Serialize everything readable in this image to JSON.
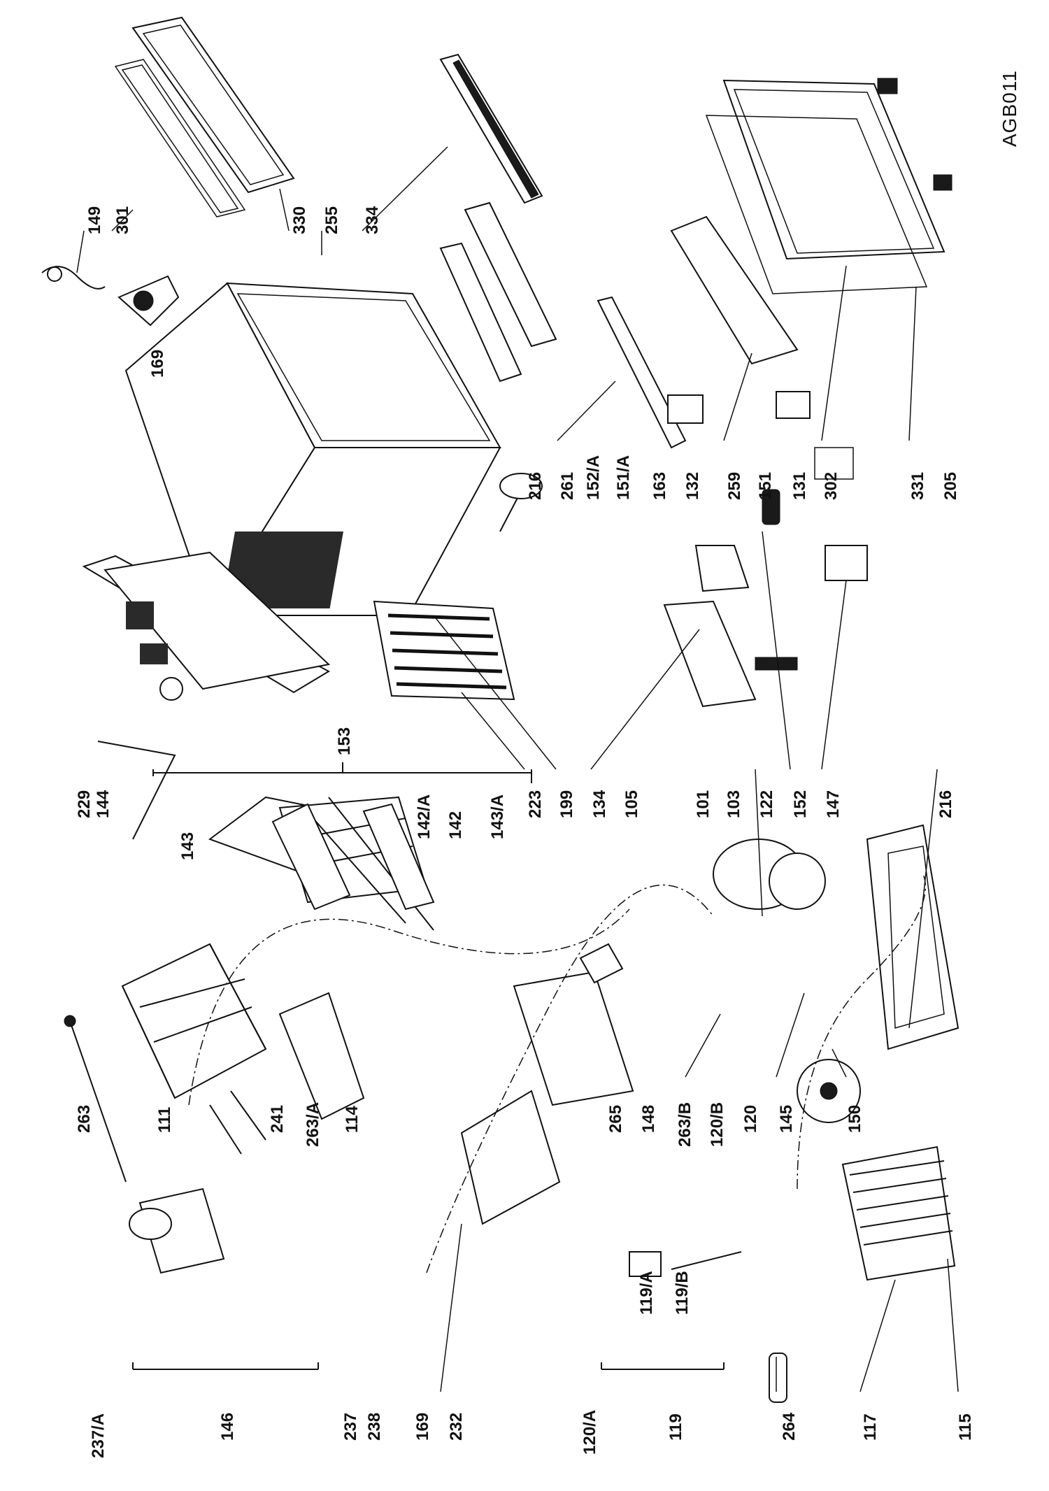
{
  "drawing_code": "AGB011",
  "group_labels": {
    "g153": "153",
    "g146": "146",
    "g119": "119"
  },
  "callouts": {
    "c229": "229",
    "c144": "144",
    "c143": "143",
    "c142a": "142/A",
    "c142": "142",
    "c143a": "143/A",
    "c223": "223",
    "c199": "199",
    "c134": "134",
    "c105": "105",
    "c101": "101",
    "c103": "103",
    "c122": "122",
    "c152": "152",
    "c147": "147",
    "c216b": "216",
    "c149": "149",
    "c169a": "169",
    "c301": "301",
    "c330": "330",
    "c255": "255",
    "c334": "334",
    "c216a": "216",
    "c261": "261",
    "c152a": "152/A",
    "c151a": "151/A",
    "c163": "163",
    "c132": "132",
    "c259": "259",
    "c151": "151",
    "c131": "131",
    "c302": "302",
    "c331": "331",
    "c205": "205",
    "c263": "263",
    "c111": "111",
    "c241": "241",
    "c263a": "263/A",
    "c114": "114",
    "c265": "265",
    "c148": "148",
    "c263b": "263/B",
    "c120b": "120/B",
    "c120": "120",
    "c145": "145",
    "c150": "150",
    "c237a": "237/A",
    "c237": "237",
    "c238": "238",
    "c169b": "169",
    "c232": "232",
    "c120a": "120/A",
    "c119a": "119/A",
    "c119b": "119/B",
    "c264": "264",
    "c117": "117",
    "c115": "115"
  }
}
